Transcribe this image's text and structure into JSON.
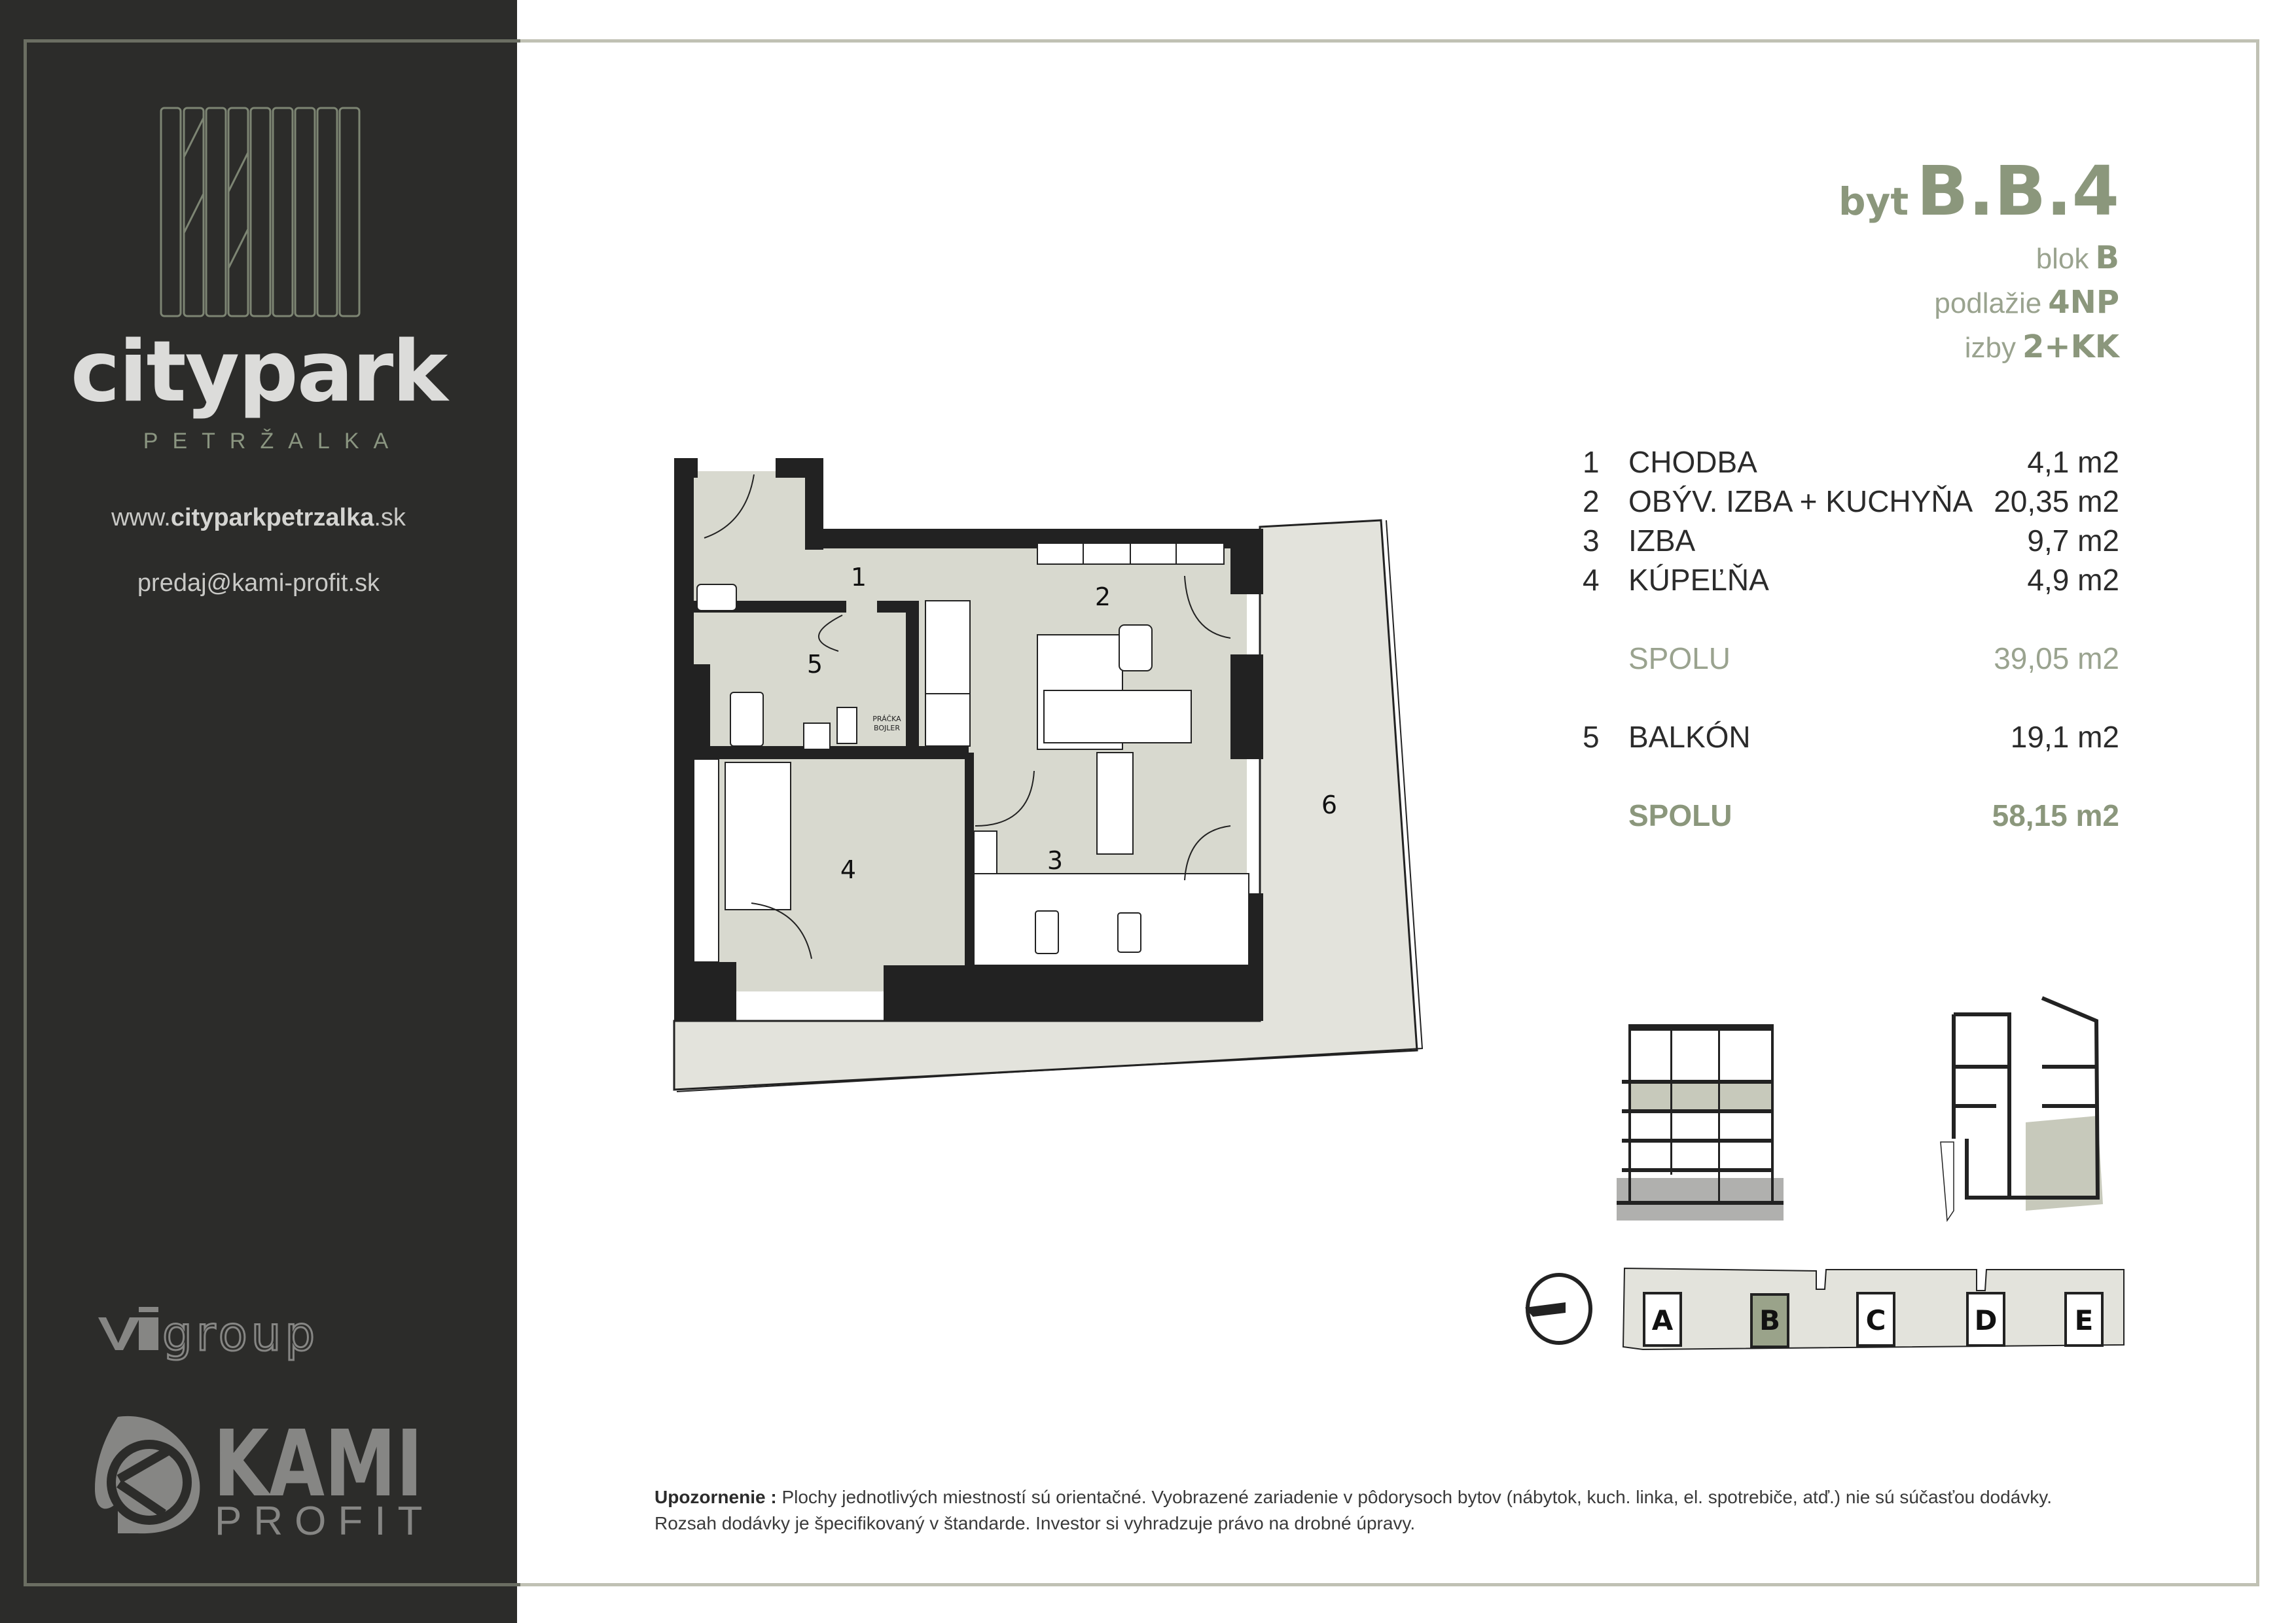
{
  "brand": {
    "name": "citypark",
    "subtitle": "PETRŽALKA",
    "website_prefix": "www.",
    "website_bold": "cityparkpetrzalka",
    "website_suffix": ".sk",
    "email": "predaj@kami-profit.sk",
    "partner_logos": [
      "vigroup",
      "KAMI PROFIT"
    ],
    "vigroup_text": "group",
    "kami_text": "KAMI",
    "profit_text": "PROFIT"
  },
  "apartment": {
    "label": "byt",
    "id": "B.B.4",
    "block_label": "blok",
    "block": "B",
    "floor_label": "podlažie",
    "floor": "4NP",
    "rooms_label": "izby",
    "rooms": "2+KK"
  },
  "room_table": {
    "rows": [
      {
        "num": "1",
        "name": "CHODBA",
        "area": "4,1 m2"
      },
      {
        "num": "2",
        "name": "OBÝV. IZBA + KUCHYŇA",
        "area": "20,35 m2"
      },
      {
        "num": "3",
        "name": "IZBA",
        "area": "9,7 m2"
      },
      {
        "num": "4",
        "name": "KÚPEĽŇA",
        "area": "4,9 m2"
      }
    ],
    "subtotal": {
      "label": "SPOLU",
      "area": "39,05 m2"
    },
    "balcony": {
      "num": "5",
      "name": "BALKÓN",
      "area": "19,1 m2"
    },
    "total": {
      "label": "SPOLU",
      "area": "58,15 m2"
    }
  },
  "floor_plan": {
    "room_labels": [
      "1",
      "2",
      "5",
      "4",
      "3",
      "6"
    ],
    "appliance_label_1": "PRÁČKA",
    "appliance_label_2": "BOJLER"
  },
  "block_selector": {
    "blocks": [
      "A",
      "B",
      "C",
      "D",
      "E"
    ],
    "selected": "B",
    "selected_color": "#9aa38a"
  },
  "notice": {
    "label": "Upozornenie :",
    "text": " Plochy jednotlivých miestností sú orientačné. Vyobrazené zariadenie v  pôdorysoch bytov (nábytok, kuch. linka, el. spotrebiče,  atď.) nie sú súčasťou dodávky.",
    "text2": "Rozsah dodávky je špecifikovaný v štandarde. Investor si vyhradzuje právo na drobné úpravy."
  },
  "colors": {
    "sidebar": "#2c2c2a",
    "accent": "#8b977c",
    "floor_fill": "#d8d9cf",
    "balcony_fill": "#e3e3dc",
    "wall": "#222222"
  }
}
